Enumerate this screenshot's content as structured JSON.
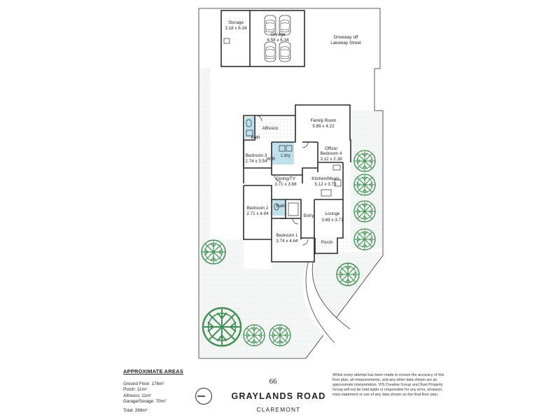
{
  "rooms": {
    "storage": {
      "name": "Storage",
      "size": "3.18 x 6.34"
    },
    "garage": {
      "name": "Garage",
      "size": "6.58 x 6.34"
    },
    "driveway": {
      "line1": "Driveway off",
      "line2": "Lakeway Street"
    },
    "family": {
      "name": "Family Room",
      "size": "5.89 x 4.22"
    },
    "alfresco": {
      "name": "Alfresco"
    },
    "bath_top": {
      "name": "Bath"
    },
    "bedroom3": {
      "name": "Bedroom 3",
      "size": "2.74 x 3.54"
    },
    "wir": {
      "name": "WIR"
    },
    "ldry": {
      "name": "L'dry"
    },
    "office": {
      "name": "Office/",
      "name2": "Bedroom 4",
      "size": "3.12 x 2.38"
    },
    "dining": {
      "name": "Dining/TV",
      "size": "3.71 x 3.68"
    },
    "kitchen": {
      "name": "Kitchen/Meals",
      "size": "5.12 x 3.73"
    },
    "bedroom2": {
      "name": "Bedroom 2",
      "size": "2.71 x 4.94"
    },
    "bath2": {
      "name": "Bath"
    },
    "lounge": {
      "name": "Lounge",
      "size": "3.69 x 3.71"
    },
    "entry": {
      "name": "Entry"
    },
    "bedroom1": {
      "name": "Bedroom 1",
      "size": "3.74 x 4.64"
    },
    "porch": {
      "name": "Porch"
    }
  },
  "areas": {
    "title": "APPROXIMATE AREAS",
    "lines": [
      "Ground Floor: 176m²",
      "Porch: 11m²",
      "Alfresco: 11m²",
      "Garage/Sorage: 70m²"
    ],
    "total": "Total: 268m²"
  },
  "address": {
    "number": "66",
    "street": "GRAYLANDS ROAD",
    "suburb": "CLAREMONT"
  },
  "disclaimer": "Whilst every attempt has been made to ensure the accuracy of this floor plan, all measurements, and any other data shown are an approximate interpretation. VIS Creative Group and Duet Property Group will not be held liable or responsible for any error, omission, miss-statement or use of any data shown on the final floor plan.",
  "colors": {
    "hatch": "#8fb09a",
    "tree": "#3f8f52",
    "tile": "#bfe1ee",
    "line": "#2b2b2b"
  }
}
